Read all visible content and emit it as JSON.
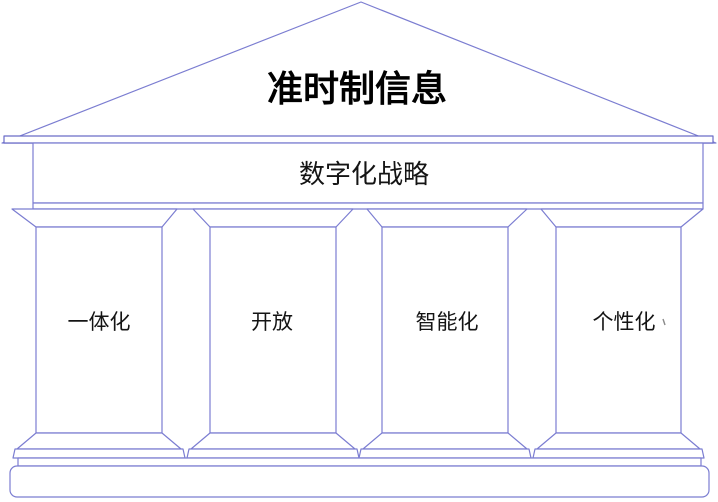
{
  "diagram": {
    "title": "准时制信息",
    "beam_label": "数字化战略",
    "pillars": [
      {
        "label": "一体化"
      },
      {
        "label": "开放"
      },
      {
        "label": "智能化"
      },
      {
        "label": "个性化"
      }
    ],
    "colors": {
      "line": "#7b7dd1",
      "line_dark": "#6a6cc8",
      "title_text": "#000000",
      "body_text": "#141414",
      "background": "#ffffff"
    }
  }
}
